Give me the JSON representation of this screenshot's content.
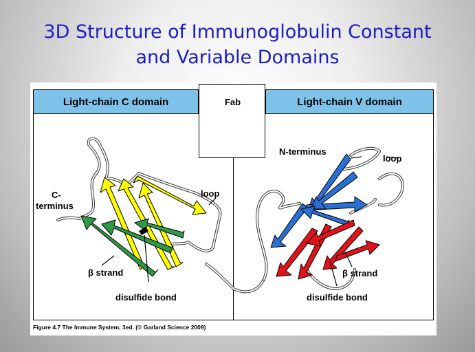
{
  "slide": {
    "title_line1": "3D Structure of Immunoglobulin Constant",
    "title_line2": "and Variable Domains"
  },
  "figure": {
    "left_panel": {
      "header": "Light-chain C domain",
      "labels": {
        "c_terminus_1": "C-",
        "c_terminus_2": "terminus",
        "loop": "loop",
        "beta_strand": "β strand",
        "disulfide_bond": "disulfide bond"
      }
    },
    "center_panel": {
      "label": "Fab"
    },
    "right_panel": {
      "header": "Light-chain V domain",
      "labels": {
        "n_terminus": "N-terminus",
        "loop": "loop",
        "beta_strand": "β strand",
        "disulfide_bond": "disulfide bond"
      }
    },
    "caption": "Figure 4.7 The Immune System, 3ed. (© Garland Science 2009)"
  },
  "colors": {
    "title": "#1c1cc8",
    "header_fill": "#7fc2e9",
    "strand_yellow": "#ffff00",
    "strand_green": "#2e9a47",
    "strand_blue": "#2a6fd1",
    "strand_red": "#e0131a"
  }
}
